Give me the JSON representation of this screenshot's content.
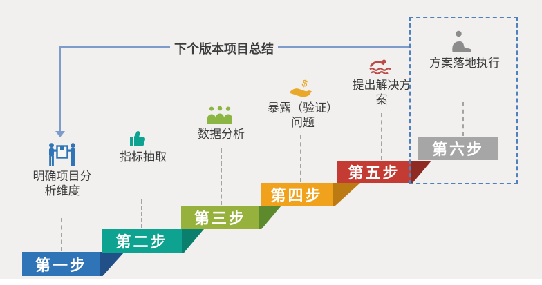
{
  "background": "#f1f0ee",
  "connector_color": "#a3a3a3",
  "arrow": {
    "label": "下个版本项目总结",
    "line_color": "#7e9cc9",
    "label_color": "#3c3c3c"
  },
  "highlight_box": {
    "border_color": "#4f81bd"
  },
  "steps": [
    {
      "bar_label": "第一步",
      "task_lines": [
        "明确项目分",
        "析维度"
      ],
      "icon": "movers-icon",
      "bar_color": "#2e74b6",
      "tail_color": "#215089",
      "icon_color": "#2e74b6"
    },
    {
      "bar_label": "第二步",
      "task_lines": [
        "指标抽取"
      ],
      "icon": "thumbs-up-icon",
      "bar_color": "#0da390",
      "tail_color": "#0b7f6e",
      "icon_color": "#0da390"
    },
    {
      "bar_label": "第三步",
      "task_lines": [
        "数据分析"
      ],
      "icon": "team-icon",
      "bar_color": "#97b23c",
      "tail_color": "#5c8a2d",
      "icon_color": "#8cb643"
    },
    {
      "bar_label": "第四步",
      "task_lines": [
        "暴露（验证）",
        "问题"
      ],
      "icon": "hand-dollar-icon",
      "bar_color": "#f0a21c",
      "tail_color": "#bc7b12",
      "icon_color": "#e9a82a"
    },
    {
      "bar_label": "第五步",
      "task_lines": [
        "提出解决方",
        "案"
      ],
      "icon": "swimmer-icon",
      "bar_color": "#c33b32",
      "tail_color": "#8f2a23",
      "icon_color": "#bc4b45"
    },
    {
      "bar_label": "第六步",
      "task_lines": [
        "方案落地执行"
      ],
      "icon": "sitting-person-icon",
      "bar_color": "#a6a6a6",
      "tail_color": "#a6a6a6",
      "icon_color": "#8c8c8c"
    }
  ]
}
